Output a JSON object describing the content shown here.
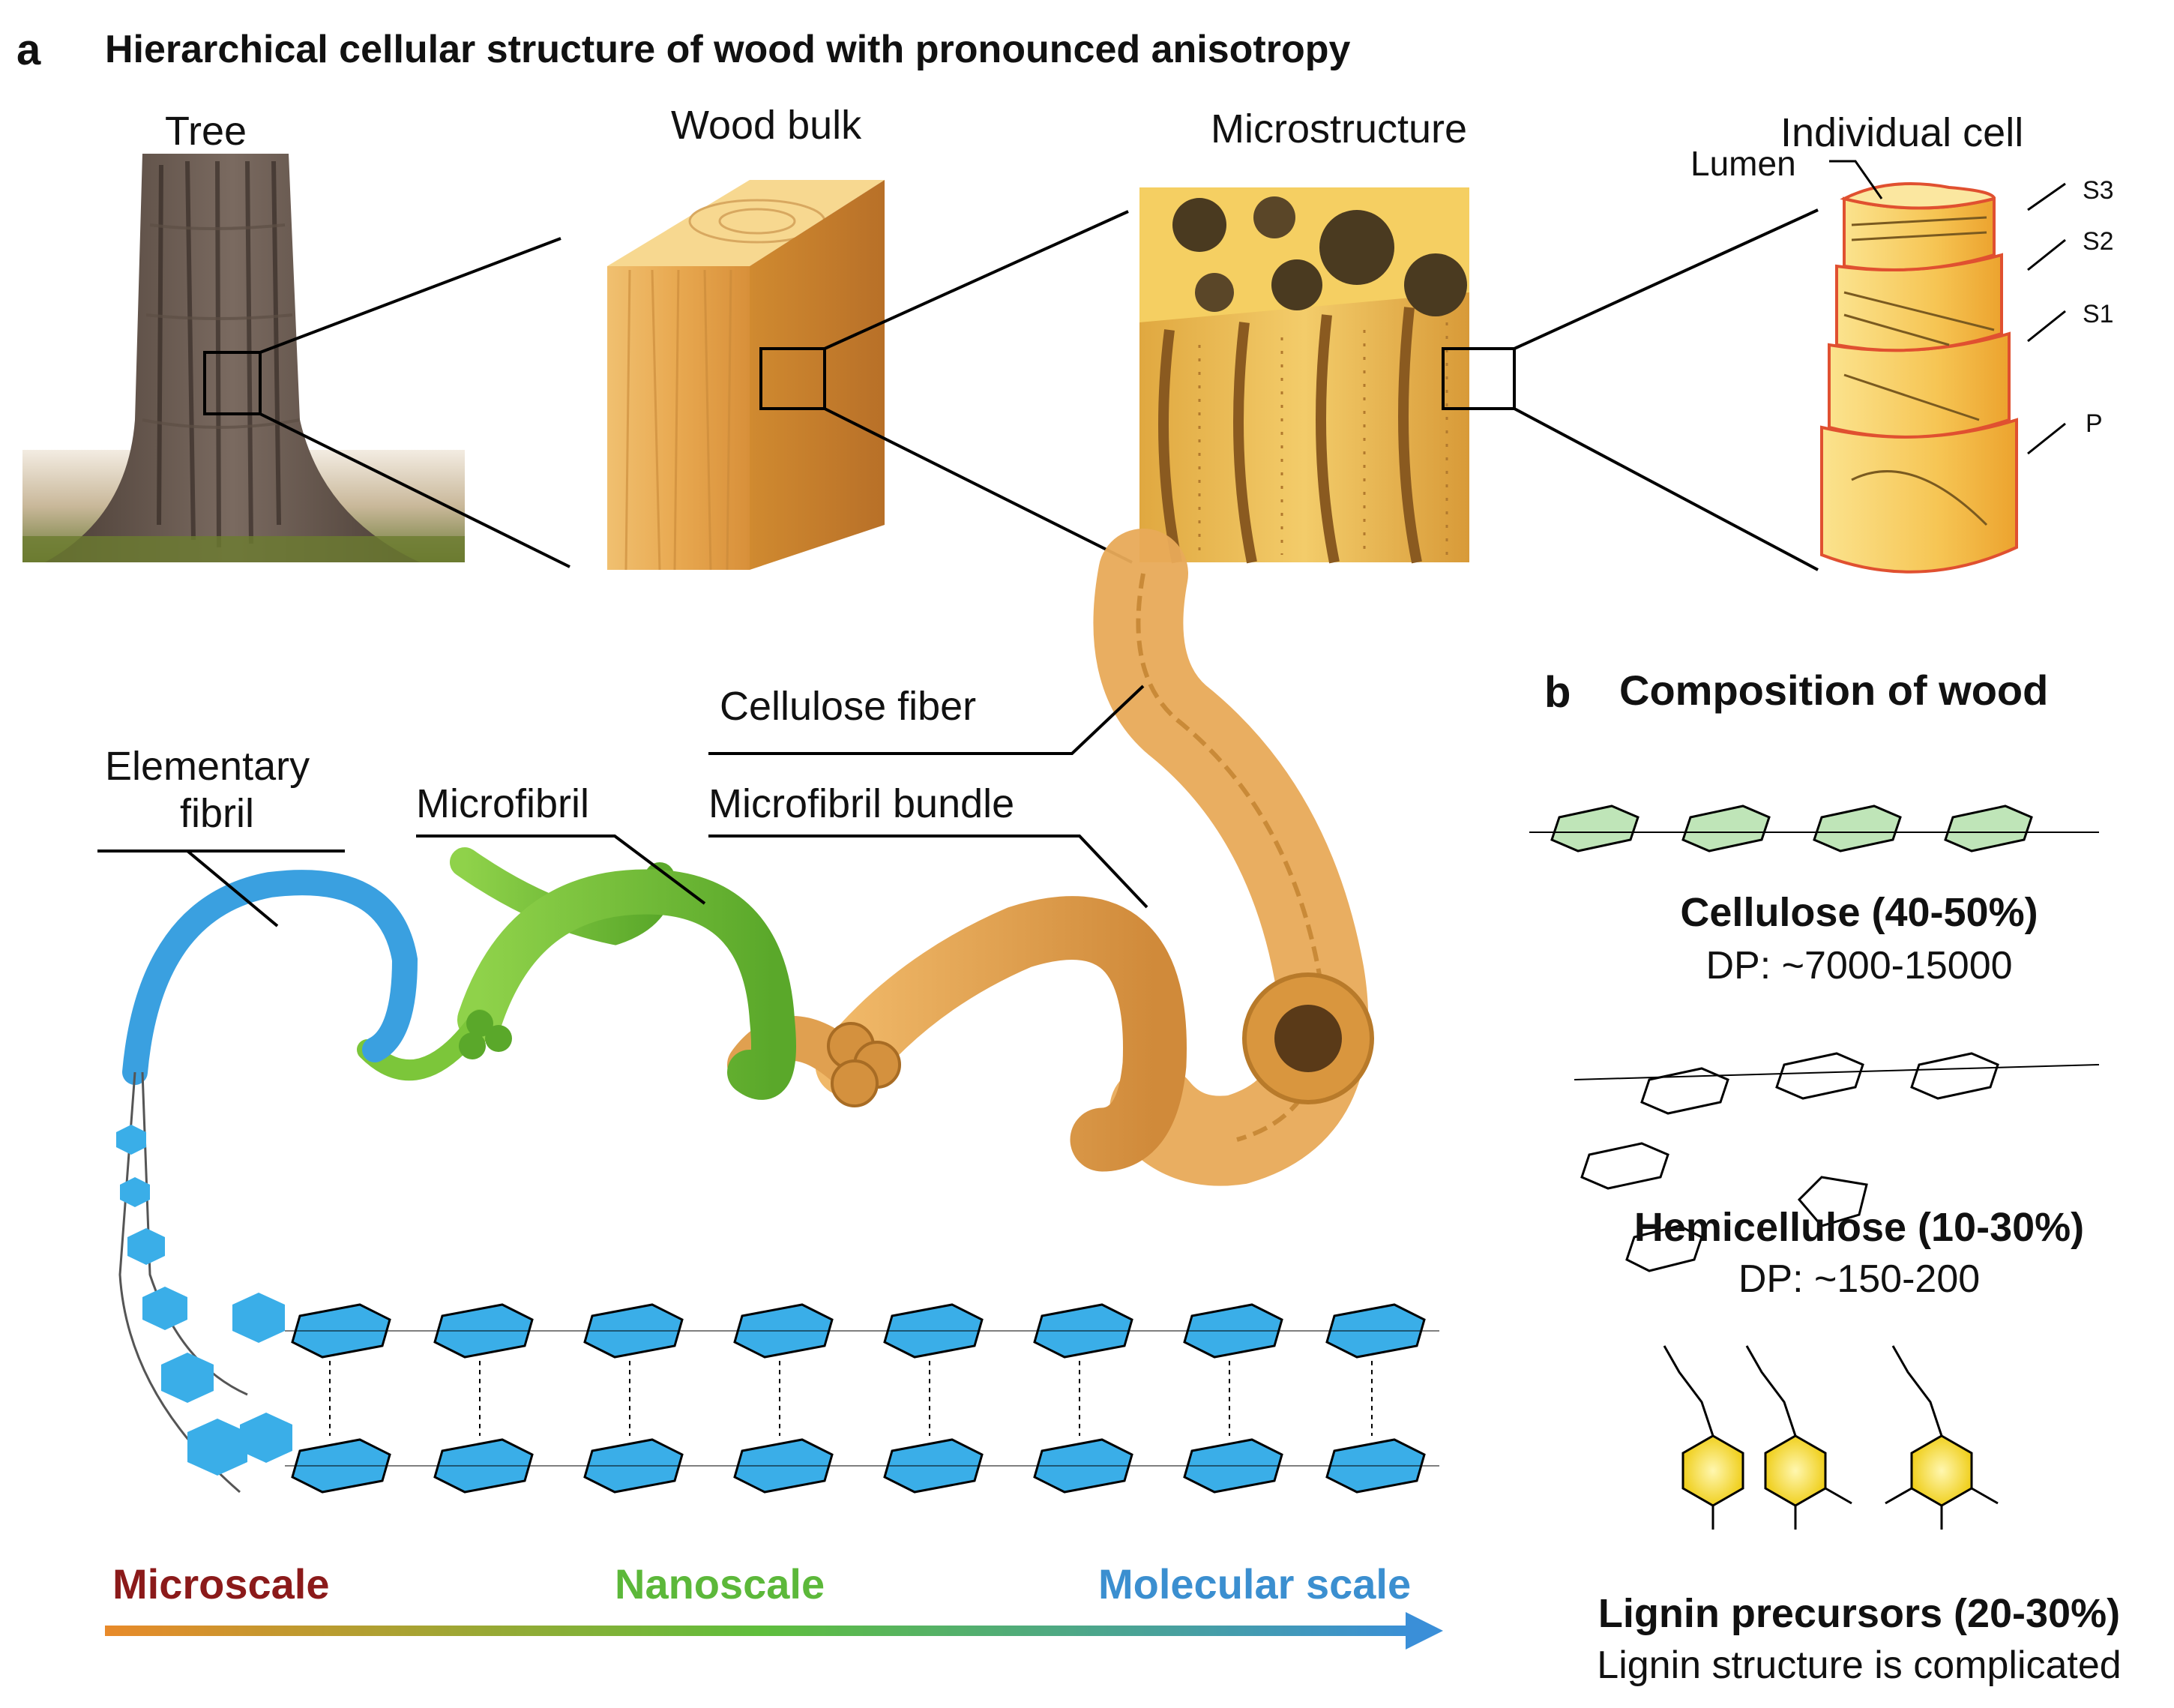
{
  "panel_a": {
    "letter": "a",
    "title": "Hierarchical cellular structure of wood with pronounced anisotropy",
    "images": {
      "tree": "Tree",
      "wood_bulk": "Wood bulk",
      "microstructure": "Microstructure",
      "individual_cell": "Individual cell"
    },
    "cell_labels": {
      "lumen": "Lumen",
      "s3": "S3",
      "s2": "S2",
      "s1": "S1",
      "p": "P"
    },
    "fibers": {
      "cellulose_fiber": "Cellulose fiber",
      "microfibril_bundle": "Microfibril bundle",
      "microfibril": "Microfibril",
      "elementary_fibril_line1": "Elementary",
      "elementary_fibril_line2": "fibril"
    },
    "scales": {
      "micro": "Microscale",
      "nano": "Nanoscale",
      "molecular": "Molecular scale"
    },
    "colors": {
      "micro": "#8b1a1a",
      "nano": "#5cb83a",
      "molecular": "#3b8fd0",
      "fiber_orange": "#e0a050",
      "fiber_green": "#7cc63a",
      "fiber_blue": "#3aa0e0"
    }
  },
  "panel_b": {
    "letter": "b",
    "title": "Composition of wood",
    "cellulose": {
      "name": "Cellulose (40-50%)",
      "dp": "DP: ~7000-15000"
    },
    "hemicellulose": {
      "name": "Hemicellulose (10-30%)",
      "dp": "DP: ~150-200"
    },
    "lignin": {
      "name": "Lignin precursors (20-30%)",
      "note": "Lignin structure is complicated"
    }
  }
}
